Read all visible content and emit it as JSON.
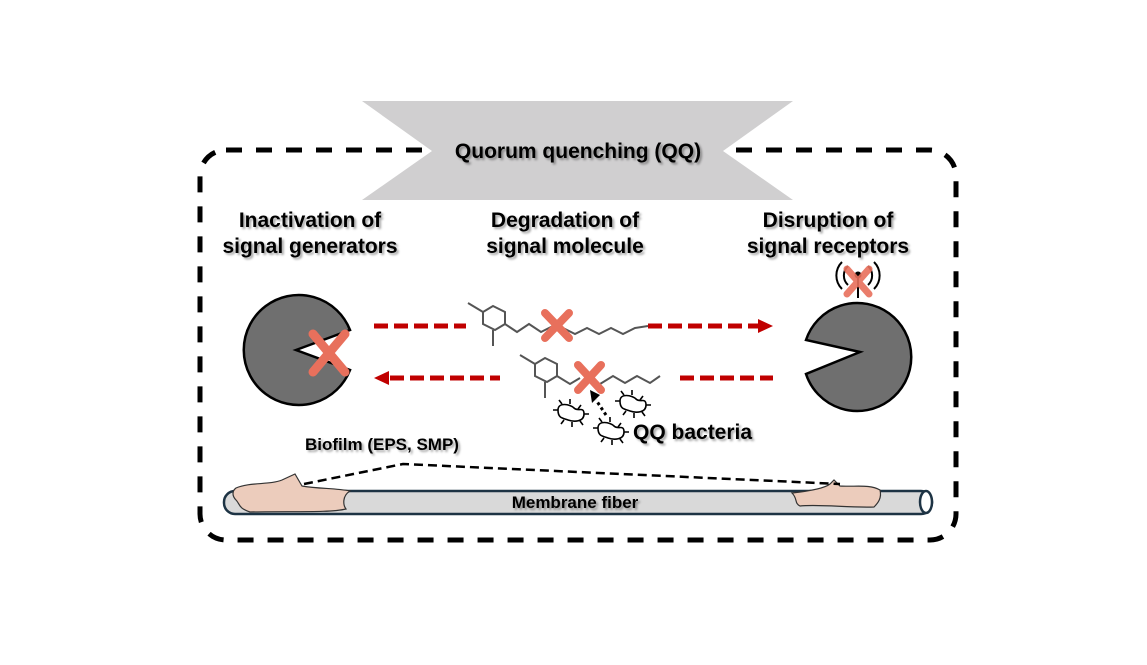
{
  "title": "Quorum quenching (QQ)",
  "mechanisms": [
    {
      "line1": "Inactivation of",
      "line2": "signal generators"
    },
    {
      "line1": "Degradation of",
      "line2": "signal molecule"
    },
    {
      "line1": "Disruption of",
      "line2": "signal receptors"
    }
  ],
  "labels": {
    "qq_bacteria": "QQ bacteria",
    "biofilm": "Biofilm (EPS, SMP)",
    "membrane": "Membrane fiber"
  },
  "colors": {
    "banner": "#d0cfd0",
    "pacman": "#6f6f6f",
    "cross": "#e8705c",
    "arrow": "#c00000",
    "biofilm": "#ecccbc",
    "fiber": "#d9d9d9",
    "fiber_stroke": "#1d3344",
    "molecule": "#555555"
  }
}
